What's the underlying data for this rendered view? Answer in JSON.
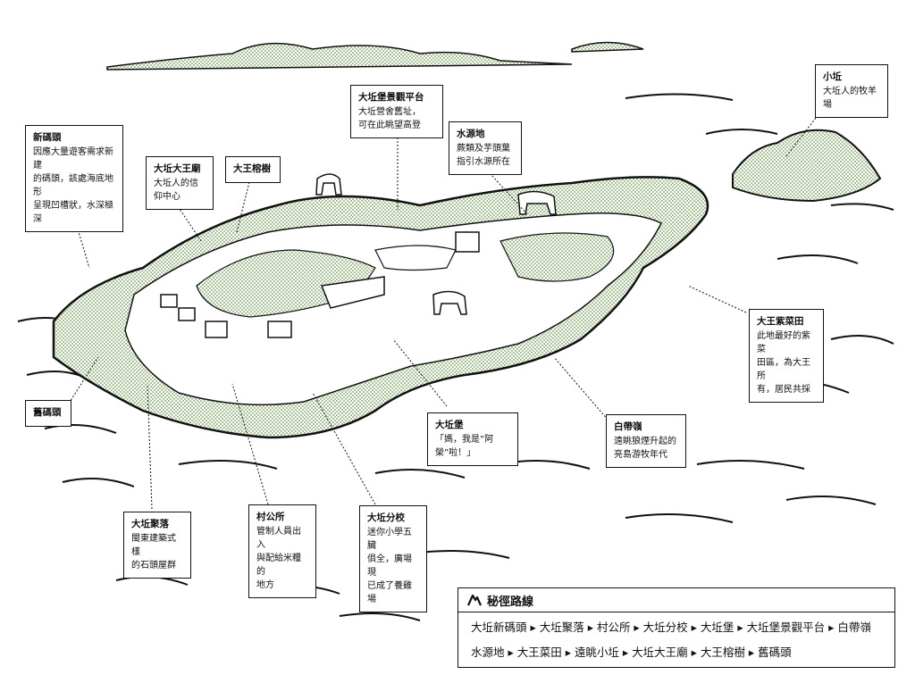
{
  "labels": {
    "pier_new": {
      "title": "新碼頭",
      "desc": "因應大量遊客需求新建\n的碼頭，該處海底地形\n呈現凹槽狀，水深極深"
    },
    "temple": {
      "title": "大坵大王廟",
      "desc": "大坵人的信\n仰中心"
    },
    "banyan": {
      "title": "大王榕樹",
      "desc": ""
    },
    "lookout": {
      "title": "大坵堡景觀平台",
      "desc": "大坵營舍舊址，\n可在此眺望高登"
    },
    "water": {
      "title": "水源地",
      "desc": "蕨類及芋頭葉\n指引水源所在"
    },
    "xiaoqiu": {
      "title": "小坵",
      "desc": "大坵人的牧羊場"
    },
    "seaweed": {
      "title": "大王紫菜田",
      "desc": "此地最好的紫菜\n田區，為大王所\n有，居民共採"
    },
    "pier_old": {
      "title": "舊碼頭",
      "desc": ""
    },
    "fort": {
      "title": "大坵堡",
      "desc": "「媽，我是”阿榮”啦！」"
    },
    "ridge": {
      "title": "白帶嶺",
      "desc": "遠眺狼煙升起的\n亮島游牧年代"
    },
    "village": {
      "title": "大坵聚落",
      "desc": "閩東建築式樣\n的石頭屋群"
    },
    "office": {
      "title": "村公所",
      "desc": "管制人員出入\n與配給米糧的\n地方"
    },
    "school": {
      "title": "大坵分校",
      "desc": "迷你小學五臟\n俱全，廣場現\n已成了養雞場"
    }
  },
  "route": {
    "title": "秘徑路線",
    "line1": "大坵新碼頭 ▸ 大坵聚落 ▸ 村公所 ▸ 大坵分校 ▸ 大坵堡 ▸ 大坵堡景觀平台 ▸ 白帶嶺",
    "line2": "水源地  ▸ 大王菜田  ▸ 遠眺小坵 ▸ 大坵大王廟  ▸ 大王榕樹 ▸ 舊碼頭"
  },
  "colors": {
    "ink": "#111111",
    "accent": "#8fb27a",
    "paper": "#ffffff"
  }
}
